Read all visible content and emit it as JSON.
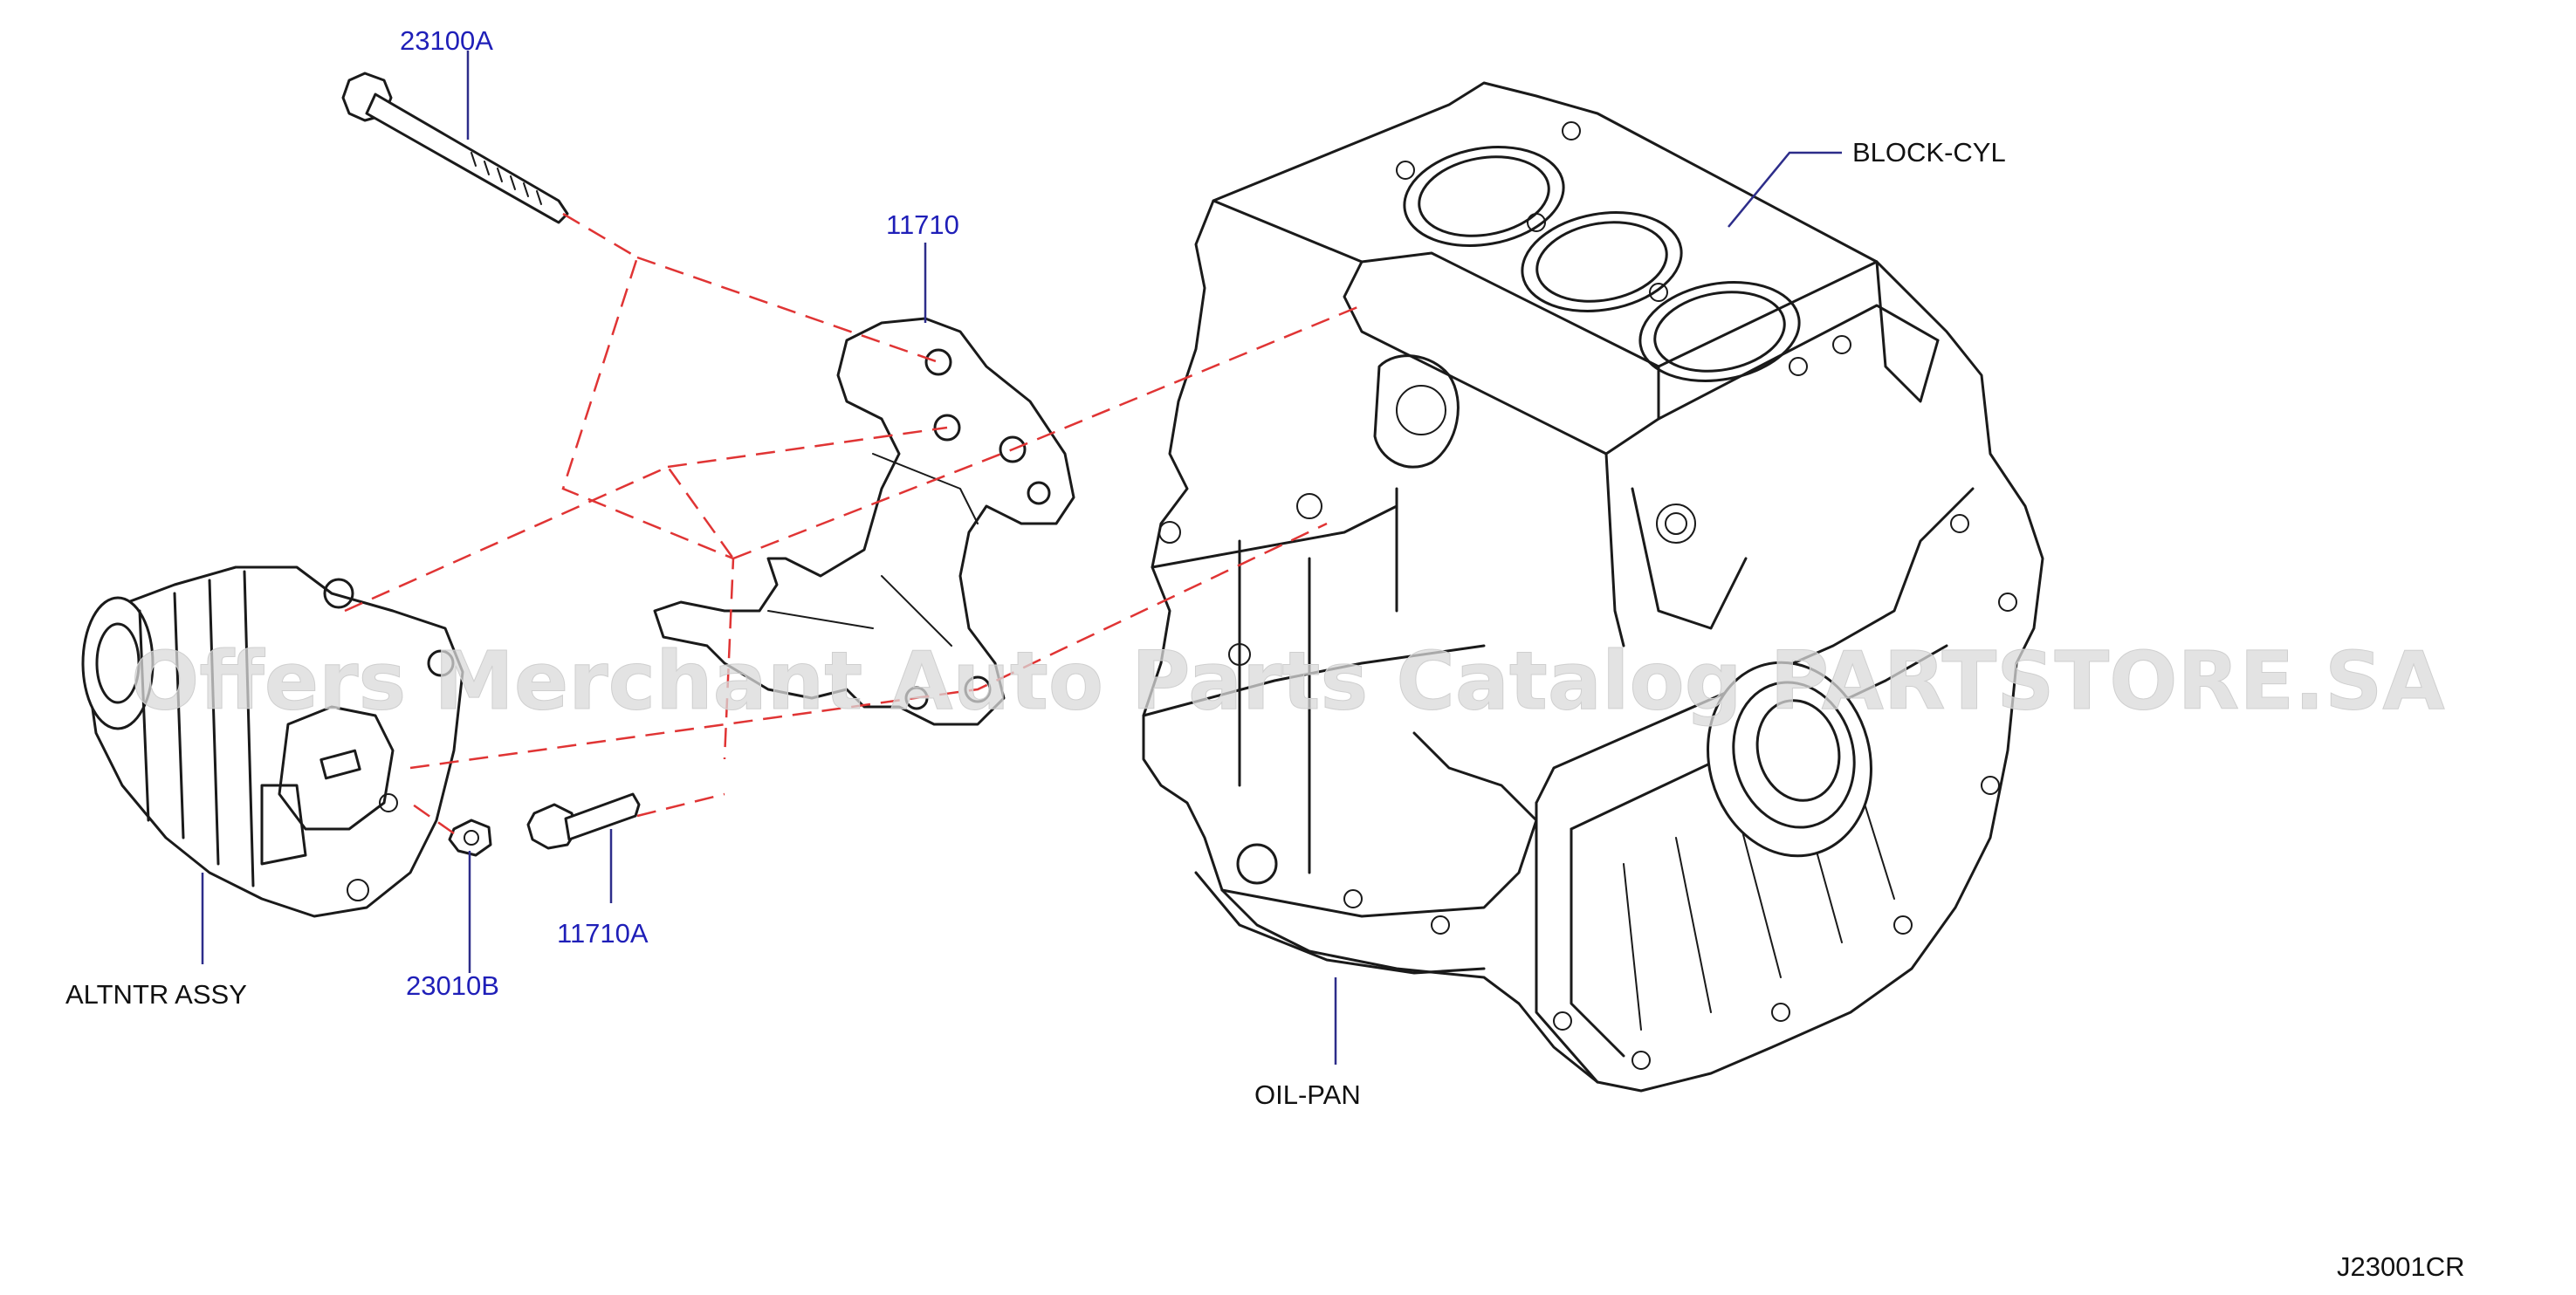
{
  "callouts": {
    "bolt_23100a": "23100A",
    "bracket_11710": "11710",
    "block_cyl": "BLOCK-CYL",
    "altntr_assy": "ALTNTR  ASSY",
    "nut_23010b": "23010B",
    "bolt_11710a": "11710A",
    "oil_pan": "OIL-PAN"
  },
  "diagram_code": "J23001CR",
  "watermark": "Offers Merchant Auto Parts Catalog PARTSTORE.SA",
  "colors": {
    "part_number": "#1f1fb8",
    "leader_line": "#2d2d8a",
    "dashed_guide": "#e03434",
    "drawing": "#1a1a1a"
  }
}
